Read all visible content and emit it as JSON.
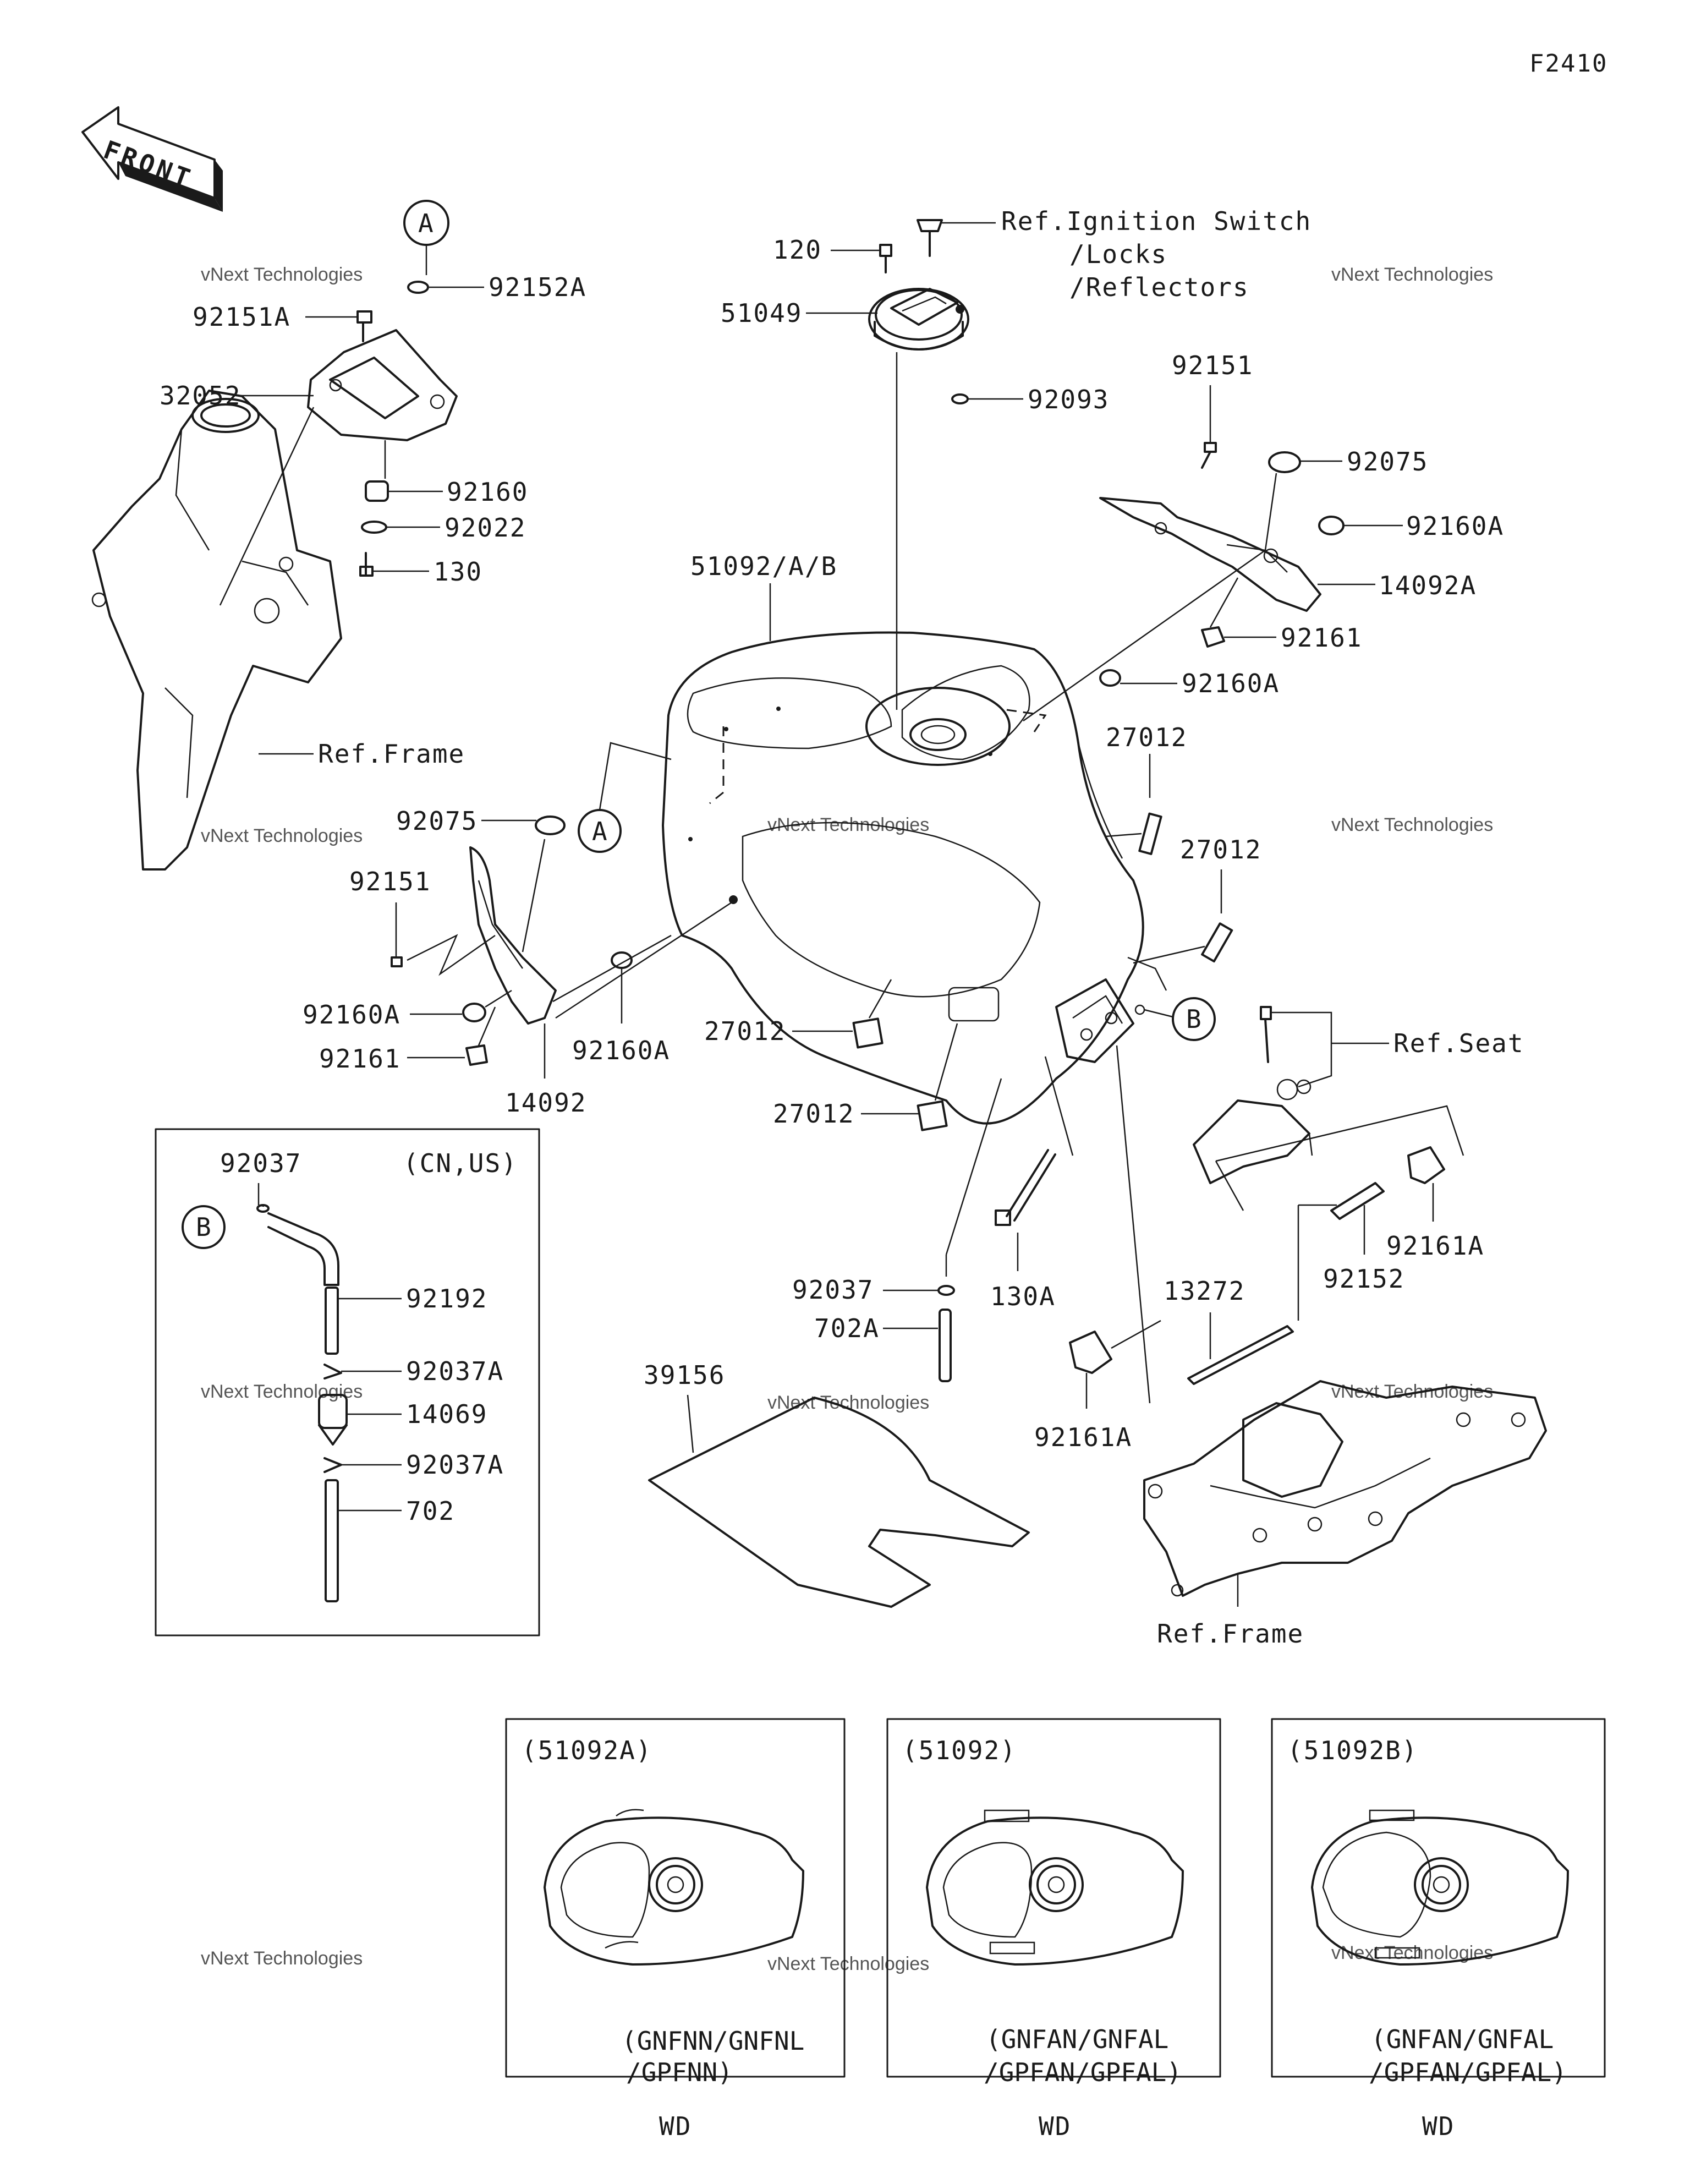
{
  "figure_code": "F2410",
  "front_label": "FRONT",
  "watermark": "vNext Technologies",
  "refs": {
    "frame_top": "Ref.Frame",
    "frame_bottom": "Ref.Frame",
    "ignition_1": "Ref.Ignition Switch",
    "ignition_2": "/Locks",
    "ignition_3": "/Reflectors",
    "seat": "Ref.Seat"
  },
  "circles": {
    "a": "A",
    "b": "B"
  },
  "parts": [
    {
      "id": "p92152A",
      "label": "92152A"
    },
    {
      "id": "p92151A",
      "label": "92151A"
    },
    {
      "id": "p32052",
      "label": "32052"
    },
    {
      "id": "p92160",
      "label": "92160"
    },
    {
      "id": "p92022",
      "label": "92022"
    },
    {
      "id": "p130",
      "label": "130"
    },
    {
      "id": "p120",
      "label": "120"
    },
    {
      "id": "p51049",
      "label": "51049"
    },
    {
      "id": "p92093",
      "label": "92093"
    },
    {
      "id": "p92151",
      "label": "92151"
    },
    {
      "id": "p92075",
      "label": "92075"
    },
    {
      "id": "p92160A",
      "label": "92160A"
    },
    {
      "id": "p14092A",
      "label": "14092A"
    },
    {
      "id": "p92161",
      "label": "92161"
    },
    {
      "id": "p51092",
      "label": "51092/A/B"
    },
    {
      "id": "p92160A_b",
      "label": "92160A"
    },
    {
      "id": "p27012_a",
      "label": "27012"
    },
    {
      "id": "p27012_b",
      "label": "27012"
    },
    {
      "id": "p92075_b",
      "label": "92075"
    },
    {
      "id": "p92151_b",
      "label": "92151"
    },
    {
      "id": "p92160A_c",
      "label": "92160A"
    },
    {
      "id": "p92161_b",
      "label": "92161"
    },
    {
      "id": "p92160A_d",
      "label": "92160A"
    },
    {
      "id": "p14092",
      "label": "14092"
    },
    {
      "id": "p27012_c",
      "label": "27012"
    },
    {
      "id": "p27012_d",
      "label": "27012"
    },
    {
      "id": "p92161A",
      "label": "92161A"
    },
    {
      "id": "p92152",
      "label": "92152"
    },
    {
      "id": "p130A",
      "label": "130A"
    },
    {
      "id": "p13272",
      "label": "13272"
    },
    {
      "id": "p92037",
      "label": "92037"
    },
    {
      "id": "p702A",
      "label": "702A"
    },
    {
      "id": "p39156",
      "label": "39156"
    },
    {
      "id": "p92161A_b",
      "label": "92161A"
    }
  ],
  "inset_box": {
    "region": "(CN,US)",
    "parts": [
      {
        "id": "i92037",
        "label": "92037"
      },
      {
        "id": "i92192",
        "label": "92192"
      },
      {
        "id": "i92037A",
        "label": "92037A"
      },
      {
        "id": "i14069",
        "label": "14069"
      },
      {
        "id": "i92037A_b",
        "label": "92037A"
      },
      {
        "id": "i702",
        "label": "702"
      }
    ]
  },
  "variants": [
    {
      "part": "(51092A)",
      "models_1": "(GNFNN/GNFNL",
      "models_2": "/GPFNN)",
      "finish": "WD"
    },
    {
      "part": "(51092)",
      "models_1": "(GNFAN/GNFAL",
      "models_2": "/GPFAN/GPFAL)",
      "finish": "WD"
    },
    {
      "part": "(51092B)",
      "models_1": "(GNFAN/GNFAL",
      "models_2": "/GPFAN/GPFAL)",
      "finish": "WD"
    }
  ]
}
